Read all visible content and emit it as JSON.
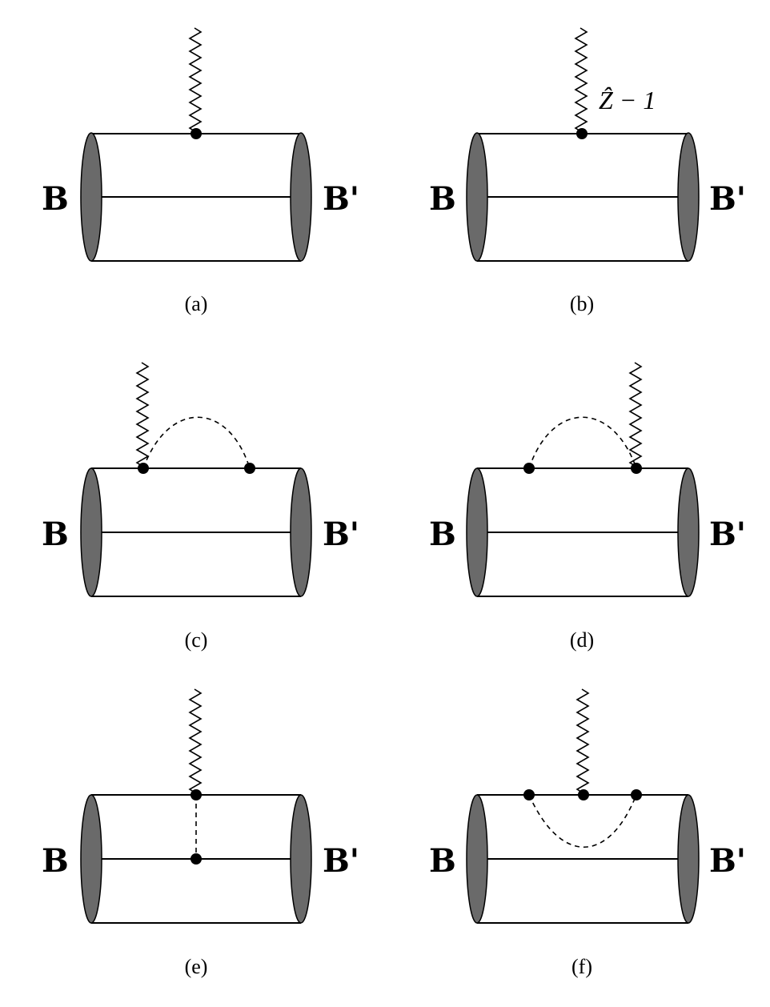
{
  "hadrons": {
    "initial": "B",
    "final": "B'"
  },
  "panels": [
    {
      "id": "a",
      "caption": "(a)",
      "annotation": ""
    },
    {
      "id": "b",
      "caption": "(b)",
      "annotation": "Ẑ − 1"
    },
    {
      "id": "c",
      "caption": "(c)",
      "annotation": ""
    },
    {
      "id": "d",
      "caption": "(d)",
      "annotation": ""
    },
    {
      "id": "e",
      "caption": "(e)",
      "annotation": ""
    },
    {
      "id": "f",
      "caption": "(f)",
      "annotation": ""
    }
  ],
  "colors": {
    "blob_fill": "#6a6a6a",
    "lines": "#000000",
    "background": "#ffffff"
  }
}
